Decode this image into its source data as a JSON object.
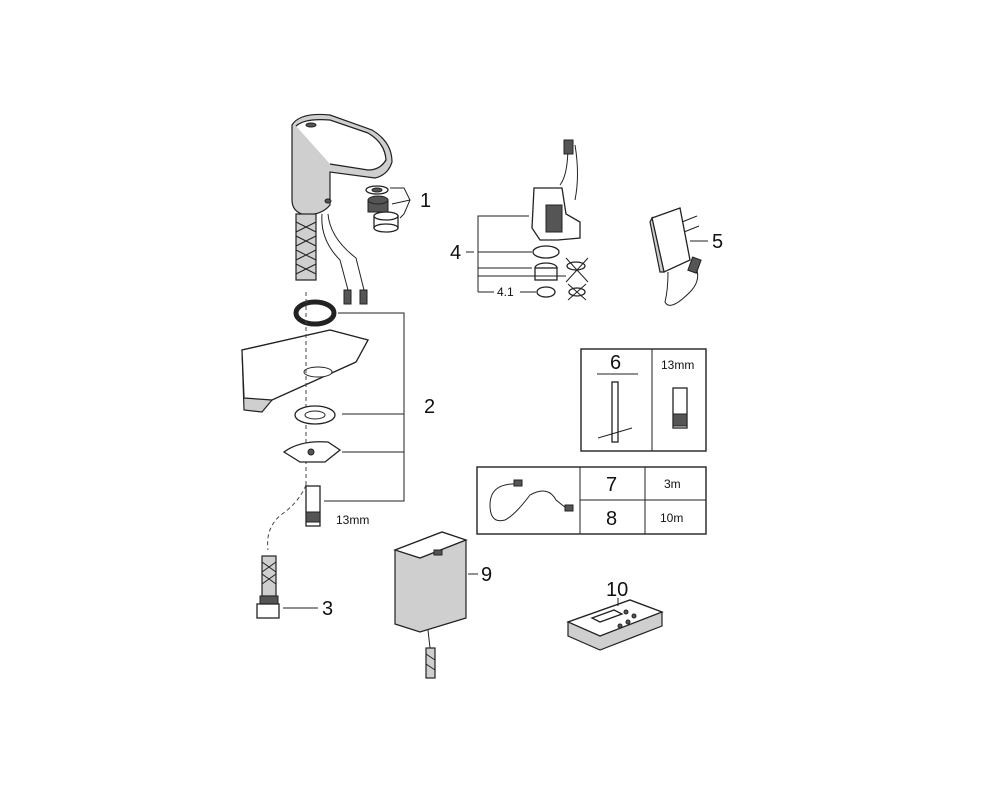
{
  "labels": {
    "part1": "1",
    "part2": "2",
    "part3": "3",
    "part4": "4",
    "part4_1": "4.1",
    "part5": "5",
    "part6": "6",
    "part7": "7",
    "part8": "8",
    "part9": "9",
    "part10": "10",
    "size_13mm_a": "13mm",
    "size_13mm_b": "13mm",
    "length_3m": "3m",
    "length_10m": "10m"
  }
}
